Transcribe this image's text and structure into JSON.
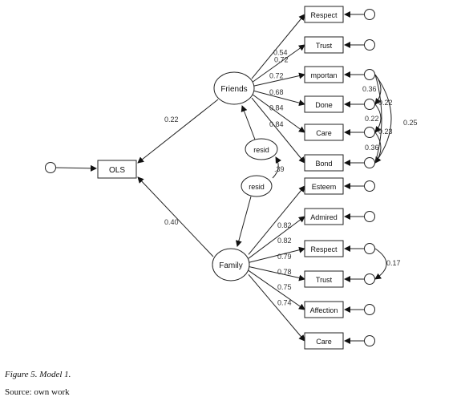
{
  "figure": {
    "title": "Figure 5. Model 1.",
    "source": "Source: own work"
  },
  "nodes": {
    "ols": "OLS",
    "friends": "Friends",
    "family": "Family",
    "resid_friends": "resid",
    "resid_family": "resid"
  },
  "friends_indicators": [
    {
      "label": "Respect",
      "loading": "0.54"
    },
    {
      "label": "Trust",
      "loading": "0.72"
    },
    {
      "label": "mportan",
      "loading": "0.72"
    },
    {
      "label": "Done",
      "loading": "0.68"
    },
    {
      "label": "Care",
      "loading": "0.84"
    },
    {
      "label": "Bond",
      "loading": "0.84"
    }
  ],
  "family_indicators": [
    {
      "label": "Esteem",
      "loading": "0.82"
    },
    {
      "label": "Admired",
      "loading": "0.82"
    },
    {
      "label": "Respect",
      "loading": "0.79"
    },
    {
      "label": "Trust",
      "loading": "0.78"
    },
    {
      "label": "Affection",
      "loading": "0.75"
    },
    {
      "label": "Care",
      "loading": "0.74"
    }
  ],
  "paths": {
    "friends_to_ols": "0.22",
    "family_to_ols": "0.40",
    "resid_covariance": ".39"
  },
  "error_covariances": {
    "importan_done": "0.36",
    "done_care_a": "0.22",
    "done_care_b": "0.22",
    "care_bond_a": "0.23",
    "care_bond_b": "0.36",
    "importan_bond": "0.25",
    "family_respect_trust": "0.17"
  }
}
